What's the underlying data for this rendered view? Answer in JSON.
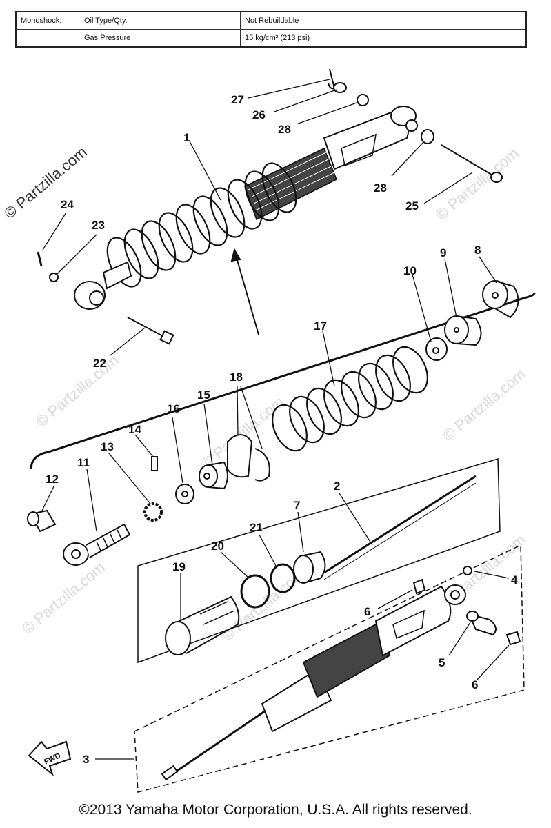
{
  "spec_table": {
    "row1": {
      "label": "Monoshock:",
      "item": "Oil Type/Qty.",
      "value": "Not Rebuildable"
    },
    "row2": {
      "label": "",
      "item": "Gas Pressure",
      "value": "15 kg/cm² (213 psi)"
    }
  },
  "watermarks": {
    "main": "© Partzilla.com",
    "faint": "© Partzilla.com"
  },
  "fwd_label": "FWD",
  "callouts": {
    "p1": "1",
    "p2": "2",
    "p3": "3",
    "p4": "4",
    "p5": "5",
    "p6a": "6",
    "p6b": "6",
    "p7": "7",
    "p8": "8",
    "p9": "9",
    "p10": "10",
    "p11": "11",
    "p12": "12",
    "p13": "13",
    "p14": "14",
    "p15": "15",
    "p16": "16",
    "p17": "17",
    "p18": "18",
    "p19": "19",
    "p20": "20",
    "p21": "21",
    "p22": "22",
    "p23": "23",
    "p24": "24",
    "p25": "25",
    "p26": "26",
    "p27": "27",
    "p28a": "28",
    "p28b": "28"
  },
  "copyright": "©2013  Yamaha Motor Corporation, U.S.A. All rights reserved."
}
